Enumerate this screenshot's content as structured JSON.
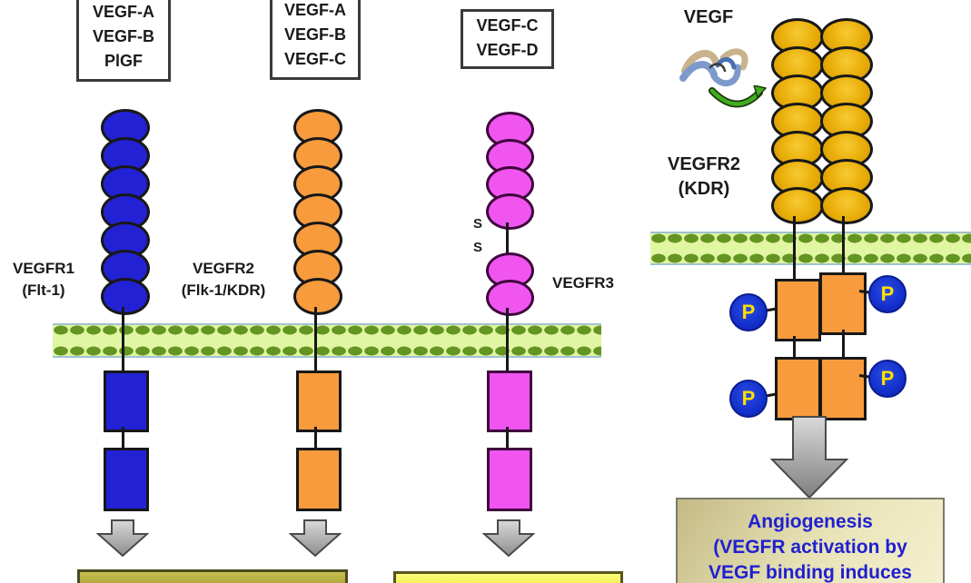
{
  "colors": {
    "vegfr1": "#2222d4",
    "vegfr2": "#f79b3c",
    "vegfr3": "#f055f0",
    "vegfr2_dimer_gold": "#e9ae08",
    "membrane_fill": "#e0f6a2",
    "membrane_lipid": "#649522",
    "phosphate_blue": "#1430cc",
    "phosphate_text": "#ffe000",
    "outcome_text": "#2020d0"
  },
  "ligand_boxes": [
    {
      "lines": [
        "VEGF-A",
        "VEGF-B",
        "PlGF"
      ]
    },
    {
      "lines": [
        "VEGF-A",
        "VEGF-B",
        "VEGF-C"
      ]
    },
    {
      "lines": [
        "VEGF-C",
        "VEGF-D"
      ]
    }
  ],
  "receptors": [
    {
      "name": "VEGFR1",
      "alias": "(Flt-1)",
      "ig_domains": 7,
      "kinase_domains": 2
    },
    {
      "name": "VEGFR2",
      "alias": "(Flk-1/KDR)",
      "ig_domains": 7,
      "kinase_domains": 2
    },
    {
      "name": "VEGFR3",
      "alias": "",
      "ig_domains": 6,
      "kinase_domains": 2,
      "disulfide_labels": [
        "S",
        "S"
      ]
    }
  ],
  "right_panel": {
    "ligand_label": "VEGF",
    "receptor_name": "VEGFR2",
    "receptor_alias": "(KDR)",
    "phosphate_label": "P",
    "outcome_lines": [
      "Angiogenesis",
      "(VEGFR activation by",
      "VEGF binding induces"
    ]
  }
}
